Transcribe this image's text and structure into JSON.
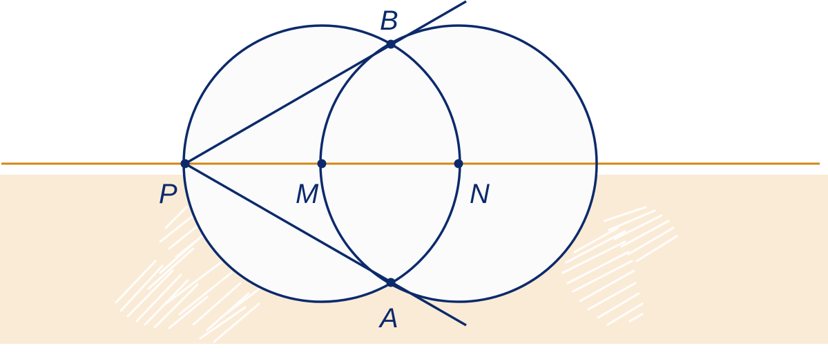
{
  "colors": {
    "background": "#ffffff",
    "ground": "#faebd7",
    "hatch": "#ffffff",
    "circle_fill": "#fbfbfc",
    "stroke": "#0c2a6b",
    "axis_line": "#d4870f",
    "point": "#0c2a6b",
    "label": "#0c2a6b"
  },
  "points": {
    "P": {
      "label": "P"
    },
    "M": {
      "label": "M"
    },
    "N": {
      "label": "N"
    },
    "A": {
      "label": "A"
    },
    "B": {
      "label": "B"
    }
  }
}
